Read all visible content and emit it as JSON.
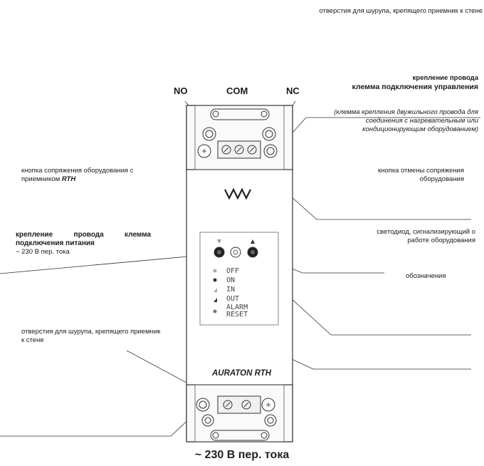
{
  "labels": {
    "top_right": "отверстия для шурупа, крепящего приемник к стене",
    "control_title_1": "крепление провода",
    "control_title_2": "клемма подключения управления",
    "control_note": "(клемма крепления двужильного провода для соединения с нагревательным или кондиционирующим оборудованием)",
    "pair_button": "кнопка сопряжения оборудования с приемником",
    "pair_button_model": "RTH",
    "unpair_button": "кнопка отмены сопряжения оборудования",
    "power_title": "крепление провода клемма подключения питания",
    "power_note": "~ 230 В пер. тока",
    "led": "светодиод, сигнализирующий о работе оборудования",
    "legend_note": "обозначения",
    "bottom_left": "отверстия для шурупа, крепящего приемник к стене",
    "bottom_title": "~ 230 В пер. тока"
  },
  "terminals": {
    "no": "NO",
    "com": "COM",
    "nc": "NC"
  },
  "device": {
    "brand": "AURATON RTH",
    "legend": [
      "OFF",
      "ON",
      "IN",
      "OUT",
      "ALARM",
      "RESET"
    ]
  }
}
